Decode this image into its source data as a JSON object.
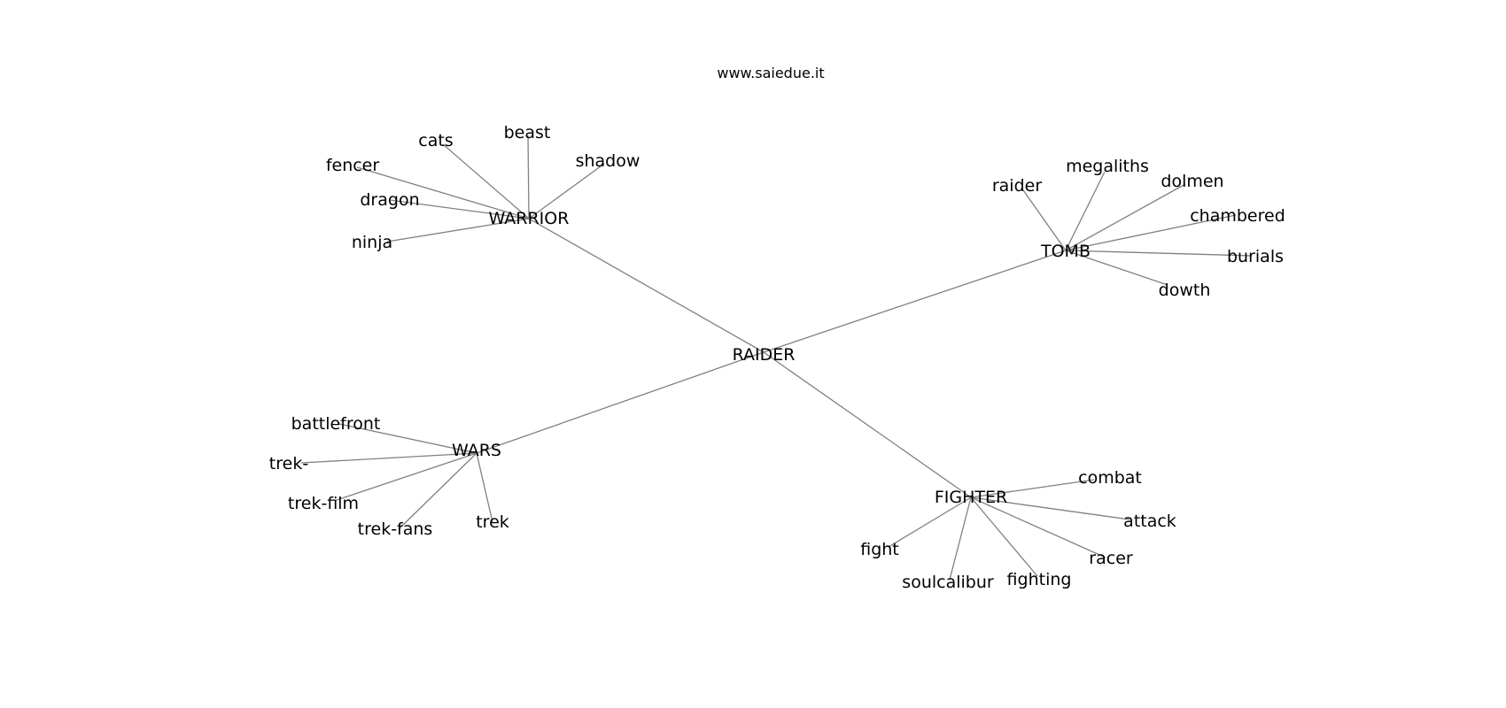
{
  "site_title": "www.saiedue.it",
  "root": "RAIDER",
  "hubs": [
    {
      "id": "warrior",
      "label": "WARRIOR",
      "leaves": [
        "cats",
        "beast",
        "shadow",
        "fencer",
        "dragon",
        "ninja"
      ]
    },
    {
      "id": "tomb",
      "label": "TOMB",
      "leaves": [
        "raider",
        "megaliths",
        "dolmen",
        "chambered",
        "burials",
        "dowth"
      ]
    },
    {
      "id": "wars",
      "label": "WARS",
      "leaves": [
        "battlefront",
        "trek-",
        "trek-film",
        "trek-fans",
        "trek"
      ]
    },
    {
      "id": "fighter",
      "label": "FIGHTER",
      "leaves": [
        "combat",
        "attack",
        "racer",
        "fight",
        "soulcalibur",
        "fighting"
      ]
    }
  ]
}
